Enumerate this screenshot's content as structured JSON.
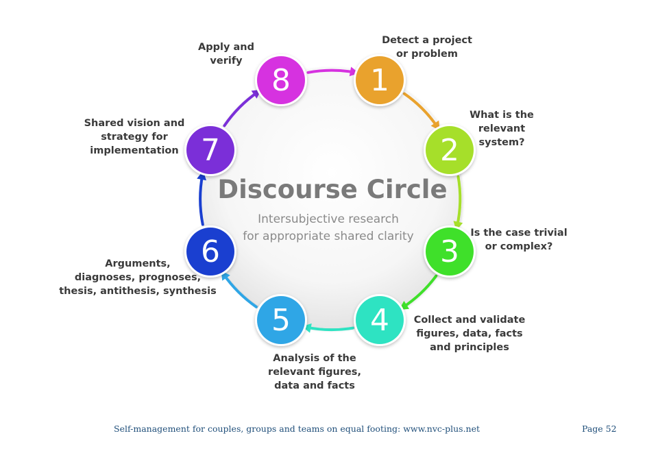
{
  "diagram": {
    "title": "Discourse Circle",
    "subtitle_lines": [
      "Intersubjective research",
      "for appropriate shared clarity"
    ],
    "steps": [
      {
        "number": "1",
        "color": "#e9a22d",
        "label_lines": [
          "Detect a project",
          "or problem"
        ]
      },
      {
        "number": "2",
        "color": "#a6df2a",
        "label_lines": [
          "What is the",
          "relevant",
          "system?"
        ]
      },
      {
        "number": "3",
        "color": "#3fe02a",
        "label_lines": [
          "Is the case trivial",
          "or complex?"
        ]
      },
      {
        "number": "4",
        "color": "#2ee3c2",
        "label_lines": [
          "Collect and validate",
          "figures, data, facts",
          "and principles"
        ]
      },
      {
        "number": "5",
        "color": "#2fa6e6",
        "label_lines": [
          "Analysis of the",
          "relevant figures,",
          "data and facts"
        ]
      },
      {
        "number": "6",
        "color": "#1a3fd0",
        "label_lines": [
          "Arguments,",
          "diagnoses, prognoses,",
          "thesis, antithesis, synthesis"
        ]
      },
      {
        "number": "7",
        "color": "#7b2fd8",
        "label_lines": [
          "Shared vision and",
          "strategy for",
          "implementation"
        ]
      },
      {
        "number": "8",
        "color": "#d632e0",
        "label_lines": [
          "Apply and",
          "verify"
        ]
      }
    ]
  },
  "footer": {
    "text": "Self-management for couples, groups and teams on equal footing:  www.nvc-plus.net",
    "page": "Page 52"
  }
}
